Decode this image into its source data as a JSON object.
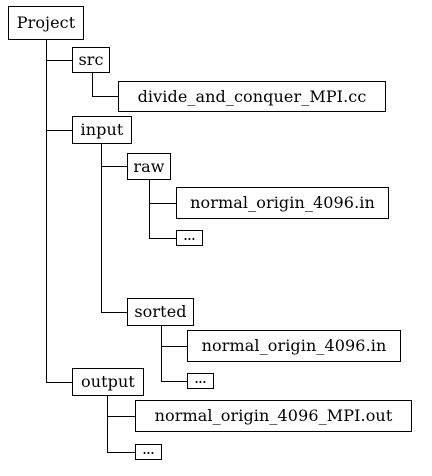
{
  "tree": {
    "root": "Project",
    "src": "src",
    "src_file": "divide_and_conquer_MPI.cc",
    "input": "input",
    "raw": "raw",
    "raw_file": "normal_origin_4096.in",
    "raw_more": "...",
    "sorted": "sorted",
    "sorted_file": "normal_origin_4096.in",
    "sorted_more": "...",
    "output": "output",
    "output_file": "normal_origin_4096_MPI.out",
    "output_more": "..."
  }
}
